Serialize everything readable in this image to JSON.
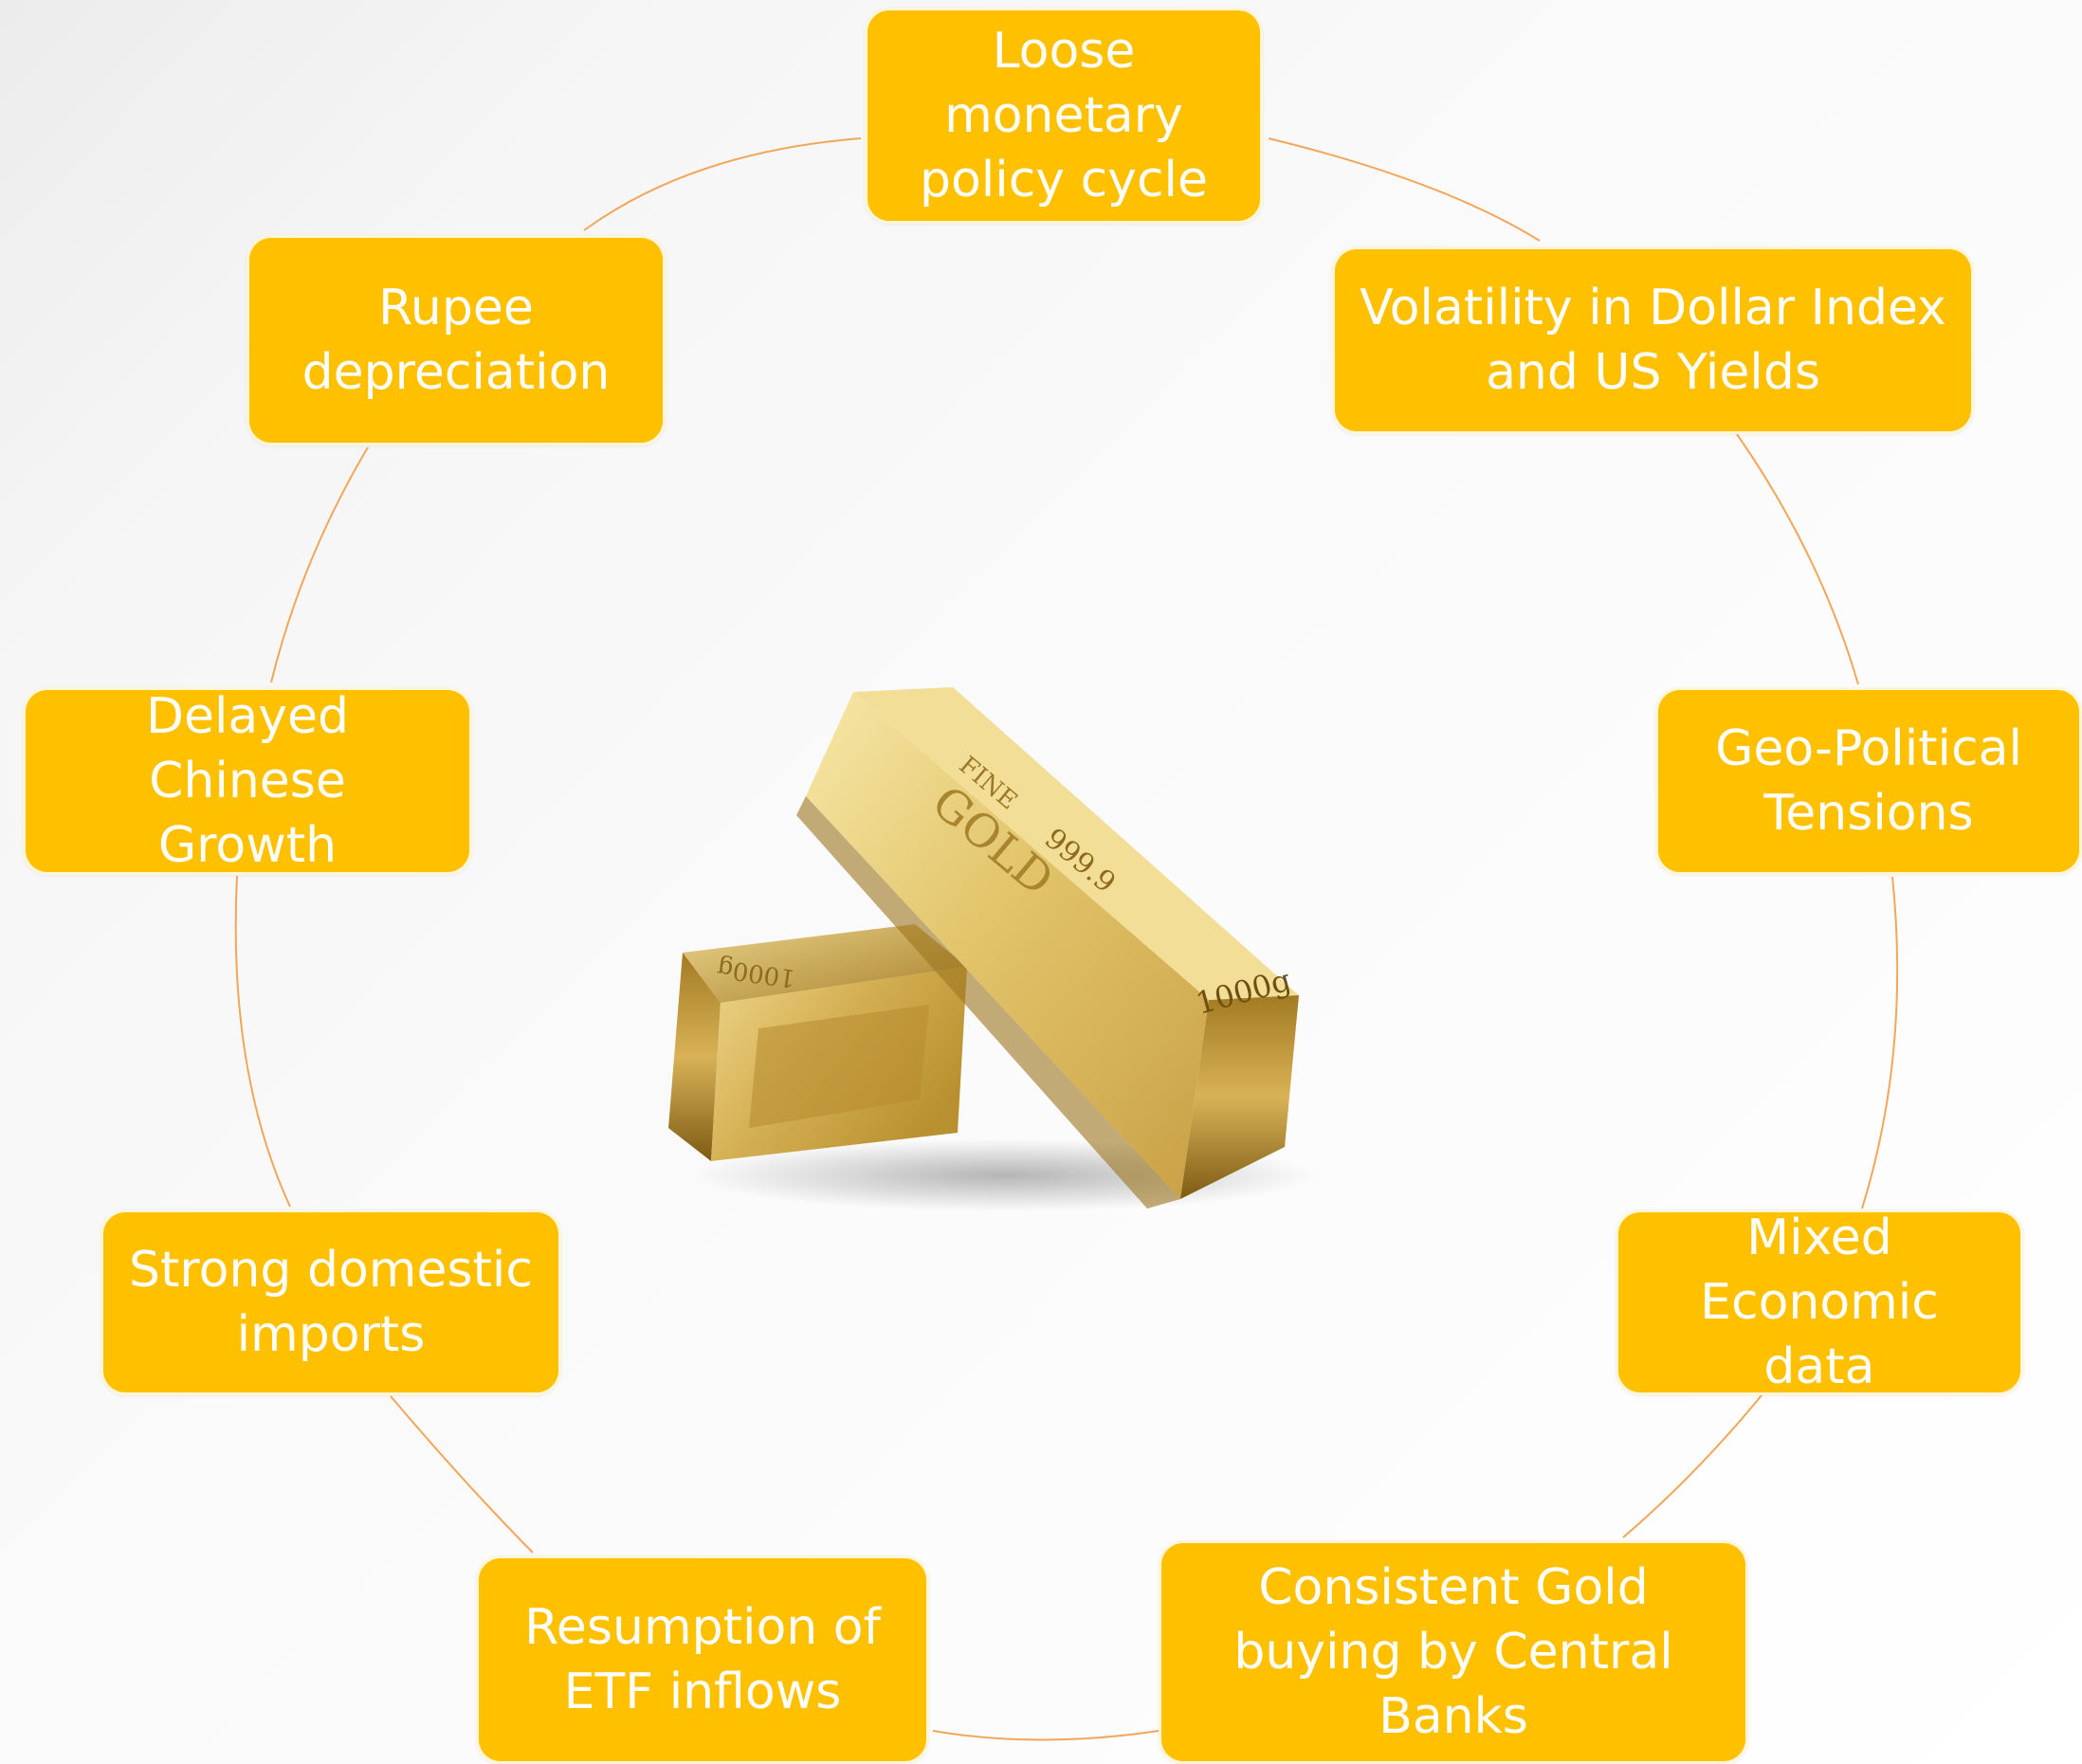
{
  "colors": {
    "box_fill": "#FFC000",
    "box_text": "#FFFFFF",
    "ring_line": "#F2A65A",
    "gold_light": "#F5E39A",
    "gold_mid": "#D8B454",
    "gold_dark": "#8E6B1E"
  },
  "center_image": {
    "icon": "gold-bars-icon",
    "bar_front": {
      "line1": "FINE",
      "line2": "GOLD",
      "line3": "999.9",
      "weight": "1000g"
    },
    "bar_back": {
      "weight": "1000g"
    }
  },
  "drivers": [
    {
      "id": "loose-monetary-policy",
      "label": "Loose\nmonetary\npolicy cycle"
    },
    {
      "id": "volatility-dollar-yields",
      "label": "Volatility in Dollar Index\nand US Yields"
    },
    {
      "id": "geo-political-tensions",
      "label": "Geo-Political\nTensions"
    },
    {
      "id": "mixed-economic-data",
      "label": "Mixed\nEconomic data"
    },
    {
      "id": "central-bank-buying",
      "label": "Consistent Gold\nbuying by Central\nBanks"
    },
    {
      "id": "etf-inflows",
      "label": "Resumption of\nETF inflows"
    },
    {
      "id": "strong-domestic-imports",
      "label": "Strong domestic\nimports"
    },
    {
      "id": "delayed-chinese-growth",
      "label": "Delayed Chinese\nGrowth"
    },
    {
      "id": "rupee-depreciation",
      "label": "Rupee\ndepreciation"
    }
  ]
}
